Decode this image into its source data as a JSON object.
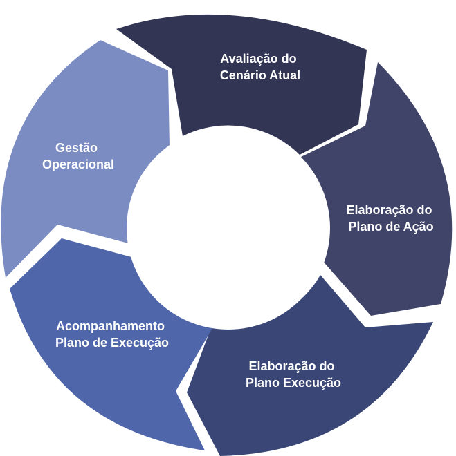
{
  "diagram": {
    "stages": [
      {
        "id": "avaliacao",
        "line1": "Avaliação do",
        "line2": "Cenário Atual",
        "color": "#323554"
      },
      {
        "id": "acao",
        "line1": "Elaboração do",
        "line2": "Plano de Ação",
        "color": "#3f4468"
      },
      {
        "id": "execucao",
        "line1": "Elaboração do",
        "line2": "Plano Execução",
        "color": "#3a4776"
      },
      {
        "id": "acompanhamento",
        "line1": "Acompanhamento",
        "line2": "Plano de Execução",
        "color": "#4f66aa"
      },
      {
        "id": "gestao",
        "line1": "Gestão",
        "line2": "Operacional",
        "color": "#7b8cc3"
      }
    ],
    "center_color": "#ffffff"
  }
}
